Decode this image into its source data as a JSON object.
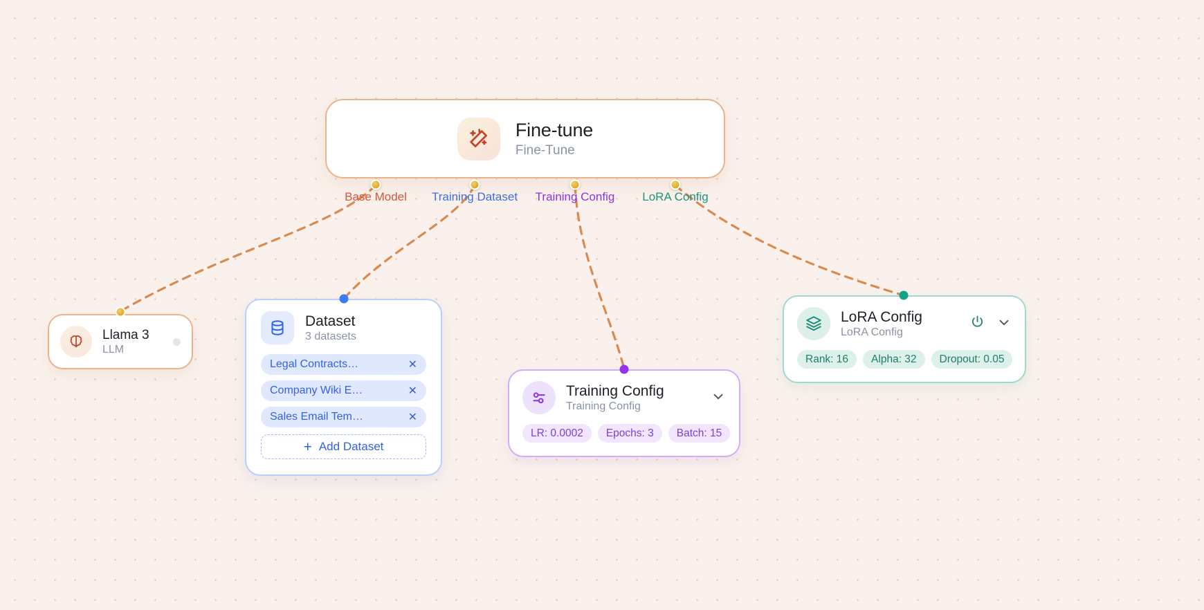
{
  "canvas": {
    "background": "#faf1ec",
    "grid_dot_color": "#e7cfc2"
  },
  "finetune_node": {
    "title": "Fine-tune",
    "subtitle": "Fine-Tune",
    "icon": "magic-wand-icon",
    "accent": "#eab38c",
    "ports": [
      {
        "label": "Base Model",
        "color": "#d4573a"
      },
      {
        "label": "Training Dataset",
        "color": "#3d6fe0"
      },
      {
        "label": "Training Config",
        "color": "#8a35e0"
      },
      {
        "label": "LoRA Config",
        "color": "#1f9480"
      }
    ]
  },
  "llama_node": {
    "title": "Llama 3",
    "subtitle": "LLM",
    "icon": "brain-icon",
    "accent": "#eab38c",
    "status_dot_color": "#e2e5ea"
  },
  "dataset_node": {
    "title": "Dataset",
    "subtitle": "3 datasets",
    "icon": "database-icon",
    "accent": "#b9cefc",
    "chips": [
      {
        "label": "Legal Contracts…",
        "remove_icon": "close-icon"
      },
      {
        "label": "Company Wiki E…",
        "remove_icon": "close-icon"
      },
      {
        "label": "Sales Email Tem…",
        "remove_icon": "close-icon"
      }
    ],
    "add_button": {
      "label": "Add Dataset",
      "icon": "plus-icon"
    }
  },
  "training_config_node": {
    "title": "Training Config",
    "subtitle": "Training Config",
    "icon": "sliders-icon",
    "accent": "#cfaef4",
    "collapse_icon": "chevron-down-icon",
    "badges": [
      {
        "label": "LR: 0.0002"
      },
      {
        "label": "Epochs: 3"
      },
      {
        "label": "Batch: 15"
      }
    ]
  },
  "lora_config_node": {
    "title": "LoRA Config",
    "subtitle": "LoRA Config",
    "icon": "layers-icon",
    "accent": "#9fd9cb",
    "power_icon": "power-icon",
    "collapse_icon": "chevron-down-icon",
    "badges": [
      {
        "label": "Rank: 16"
      },
      {
        "label": "Alpha: 32"
      },
      {
        "label": "Dropout: 0.05"
      }
    ]
  },
  "edges": {
    "style": "dashed",
    "color": "#d98a4f"
  }
}
